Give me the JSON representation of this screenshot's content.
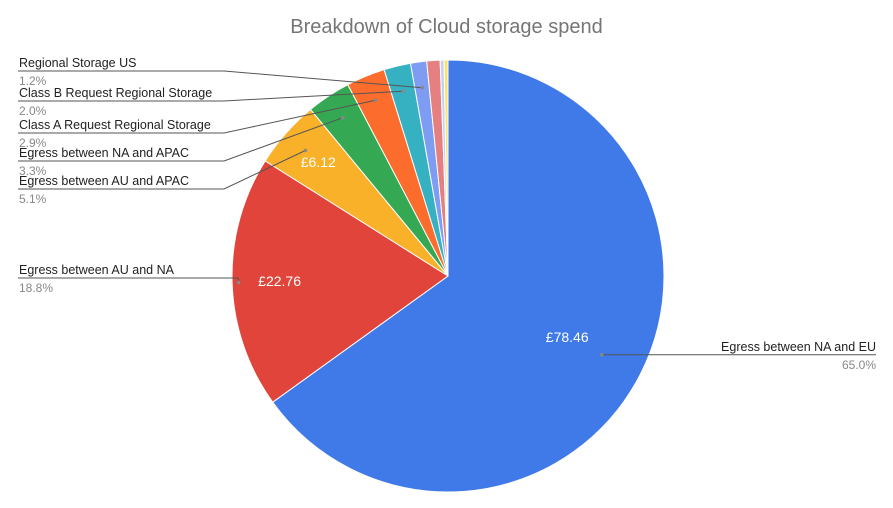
{
  "chart_data": {
    "type": "pie",
    "title": "Breakdown of Cloud storage spend",
    "slices": [
      {
        "name": "Egress between NA and EU",
        "value": 78.46,
        "value_label": "£78.46",
        "percent_label": "65.0%",
        "color": "#3f7ae8"
      },
      {
        "name": "Egress between AU and NA",
        "value": 22.76,
        "value_label": "£22.76",
        "percent_label": "18.8%",
        "color": "#e0443a"
      },
      {
        "name": "Egress between AU and APAC",
        "value": 6.12,
        "value_label": "£6.12",
        "percent_label": "5.1%",
        "color": "#f9b12a"
      },
      {
        "name": "Egress between NA and APAC",
        "value": 3.98,
        "value_label": "",
        "percent_label": "3.3%",
        "color": "#34a853"
      },
      {
        "name": "Class A Request Regional Storage",
        "value": 3.5,
        "value_label": "",
        "percent_label": "2.9%",
        "color": "#fc6c2d"
      },
      {
        "name": "Class B Request Regional Storage",
        "value": 2.41,
        "value_label": "",
        "percent_label": "2.0%",
        "color": "#36b1c2"
      },
      {
        "name": "Regional Storage US",
        "value": 1.45,
        "value_label": "",
        "percent_label": "1.2%",
        "color": "#7d9cf2"
      },
      {
        "name": "",
        "value": 1.2,
        "value_label": "",
        "percent_label": "",
        "color": "#e67f7f"
      },
      {
        "name": "",
        "value": 0.35,
        "value_label": "",
        "percent_label": "",
        "color": "#c0d3f7"
      },
      {
        "name": "",
        "value": 0.35,
        "value_label": "",
        "percent_label": "",
        "color": "#fbe26a"
      }
    ]
  }
}
